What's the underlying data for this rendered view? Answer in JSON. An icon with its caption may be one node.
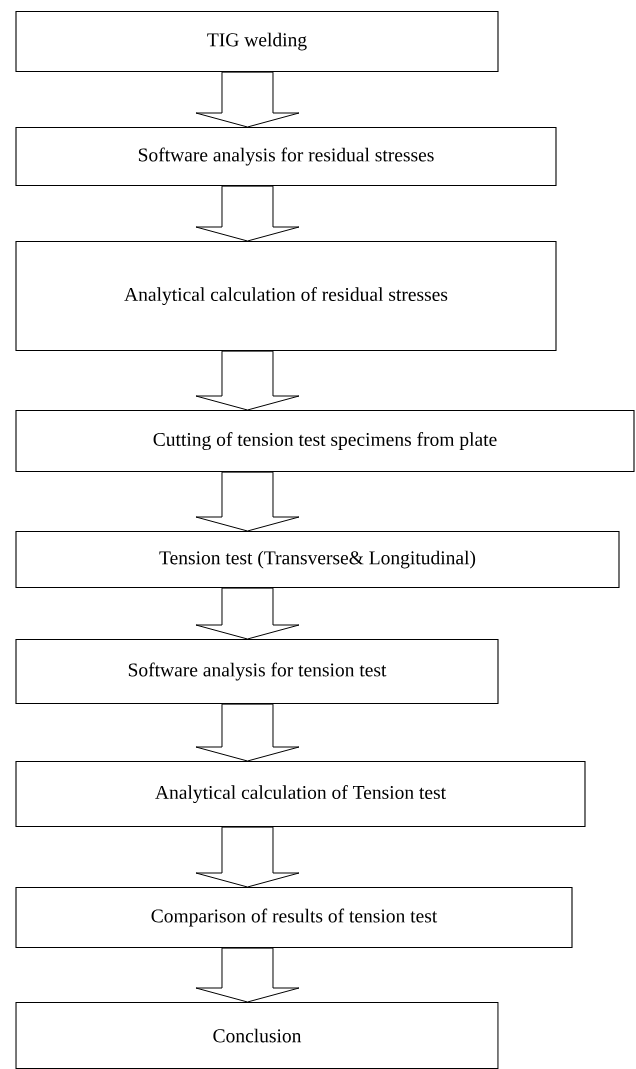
{
  "diagram": {
    "nodes": [
      {
        "text": [
          "TIG welding"
        ]
      },
      {
        "text": [
          "Software analysis for residual stresses"
        ]
      },
      {
        "text": [
          "Analytical calculation of residual stresses"
        ]
      },
      {
        "text": [
          "Cutting of tension test specimens from plate"
        ]
      },
      {
        "text": [
          "Tension test (Transverse& Longitudinal)"
        ]
      },
      {
        "text": [
          "Software analysis for tension test"
        ]
      },
      {
        "text": [
          "Analytical calculation of Tension test"
        ]
      },
      {
        "text": [
          "Comparison of results of tension test"
        ]
      },
      {
        "text": [
          "Conclusion"
        ]
      }
    ],
    "edges": [
      {
        "from": 0,
        "to": 1,
        "arrow": "to"
      },
      {
        "from": 1,
        "to": 2,
        "arrow": "to"
      },
      {
        "from": 2,
        "to": 3,
        "arrow": "to"
      },
      {
        "from": 3,
        "to": 4,
        "arrow": "to"
      },
      {
        "from": 4,
        "to": 5,
        "arrow": "to"
      },
      {
        "from": 5,
        "to": 6,
        "arrow": "to"
      },
      {
        "from": 6,
        "to": 7,
        "arrow": "to"
      },
      {
        "from": 7,
        "to": 8,
        "arrow": "to"
      }
    ]
  }
}
